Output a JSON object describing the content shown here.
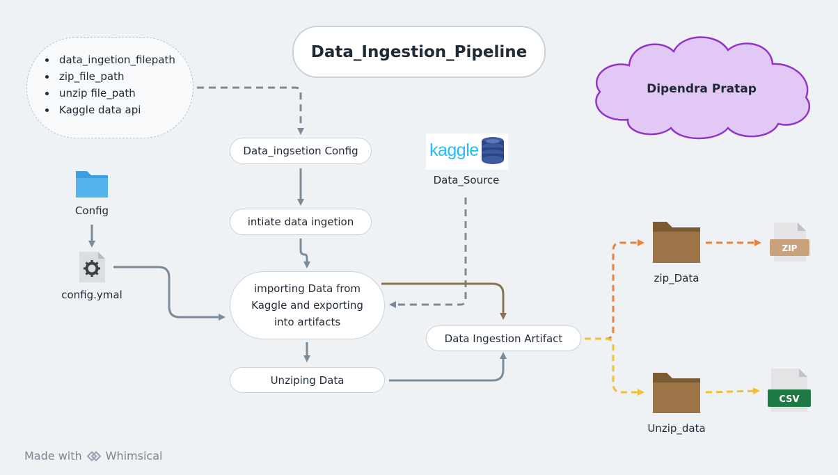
{
  "title": "Data_Ingestion_Pipeline",
  "config_bullets": [
    "data_ingetion_filepath",
    "zip_file_path",
    "unzip file_path",
    "Kaggle data api"
  ],
  "author": "Dipendra Pratap",
  "nodes": {
    "config_step": "Data_ingsetion Config",
    "initiate_step": "intiate data ingetion",
    "import_line1": "importing Data from",
    "import_line2": "Kaggle and exporting",
    "import_line3": "into artifacts",
    "unzip_step": "Unziping Data",
    "artifact": "Data Ingestion Artifact"
  },
  "labels": {
    "config_folder": "Config",
    "config_file": "config.ymal",
    "data_source": "Data_Source",
    "kaggle_logo": "kaggle",
    "zip_data": "zip_Data",
    "unzip_data": "Unzip_data",
    "zip_badge": "ZIP",
    "csv_badge": "CSV"
  },
  "footer": {
    "made_with": "Made with",
    "brand": "Whimsical"
  },
  "colors": {
    "arrow_gray": "#7b8a99",
    "arrow_brown": "#8c7350",
    "arrow_orange": "#e8823a",
    "arrow_yellow": "#f0c032",
    "cloud_fill": "#e2c8f5",
    "cloud_stroke": "#9333c9",
    "folder_blue": "#55b4ee",
    "folder_brown": "#9c7448",
    "kaggle_blue": "#20beff",
    "csv_green": "#1e7a45",
    "zip_tan": "#c9a27c"
  }
}
